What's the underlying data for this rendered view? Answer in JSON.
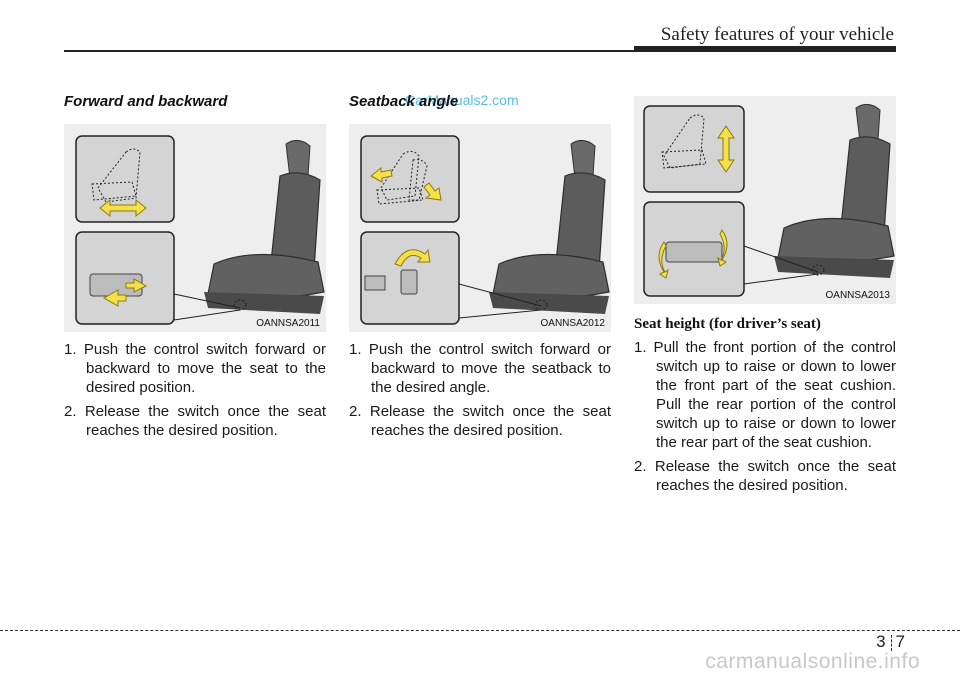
{
  "header": {
    "title": "Safety features of your vehicle"
  },
  "watermark_top": "CarManuals2.com",
  "columns": [
    {
      "title": "Forward and backward",
      "figure_code": "OANNSA2011",
      "steps": [
        "1. Push the control switch forward or backward to move the seat to the desired position.",
        "2. Release the switch once the seat reaches the desired position."
      ]
    },
    {
      "title": "Seatback angle",
      "figure_code": "OANNSA2012",
      "steps": [
        "1. Push the control switch forward or backward to move the seatback to the desired angle.",
        "2. Release the switch once the seat reaches the desired position."
      ]
    },
    {
      "title": "Seat height (for driver’s seat)",
      "figure_code": "OANNSA2013",
      "steps": [
        "1. Pull the front portion of the control switch up to raise or down to lower the front part of the seat cushion. Pull the rear portion of the control switch up to raise or down to lower the rear part of the seat cushion.",
        "2. Release the switch once the seat reaches the desired position."
      ]
    }
  ],
  "footer": {
    "page_section": "3",
    "page_number": "7",
    "watermark": "carmanualsonline.info"
  },
  "colors": {
    "arrow": "#f6e04a",
    "arrow_stroke": "#8a7a10",
    "seat": "#5a5a5a",
    "panel": "#d4d4d4"
  }
}
